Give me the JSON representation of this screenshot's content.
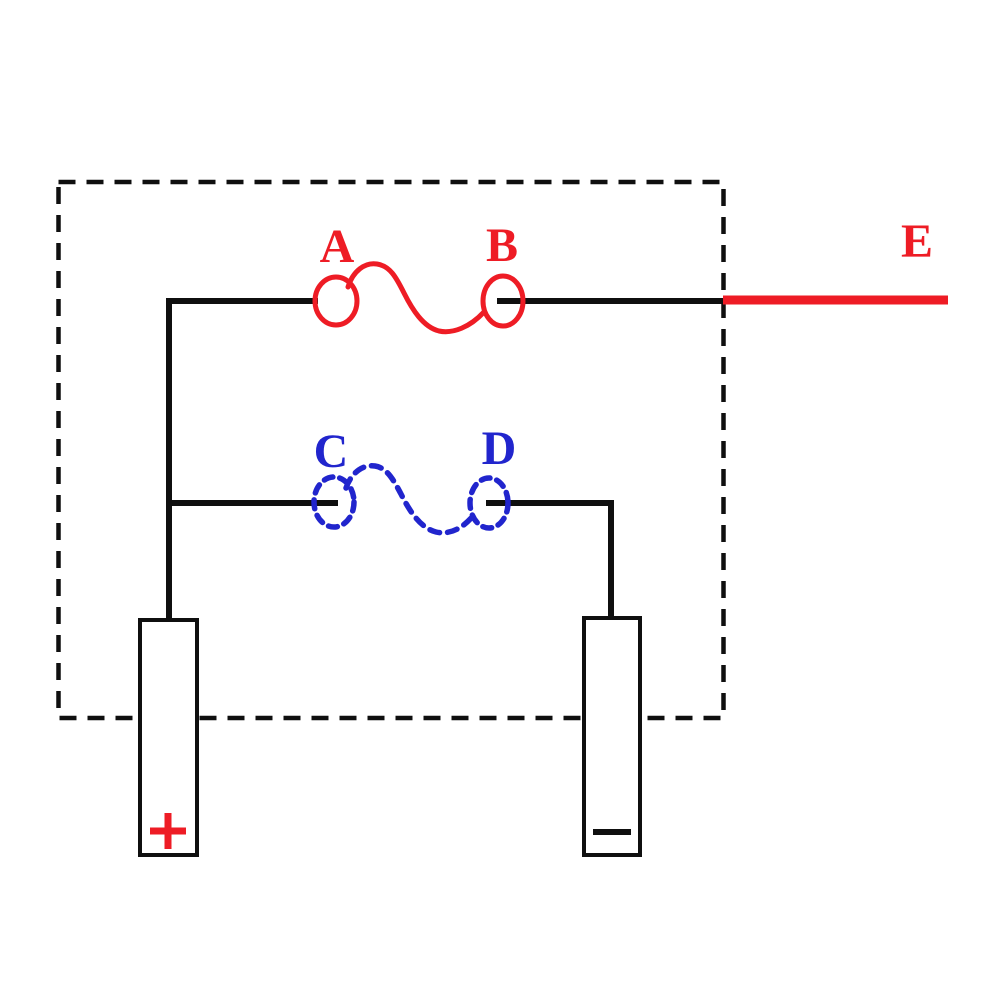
{
  "diagram": {
    "labels": {
      "a": "A",
      "b": "B",
      "c": "C",
      "d": "D",
      "e": "E"
    },
    "terminals": {
      "positive": "+",
      "negative": "−"
    },
    "colors": {
      "red": "#ee1c25",
      "blue": "#2125cd",
      "ink": "#0f0f0f",
      "background": "#ffffff"
    }
  }
}
